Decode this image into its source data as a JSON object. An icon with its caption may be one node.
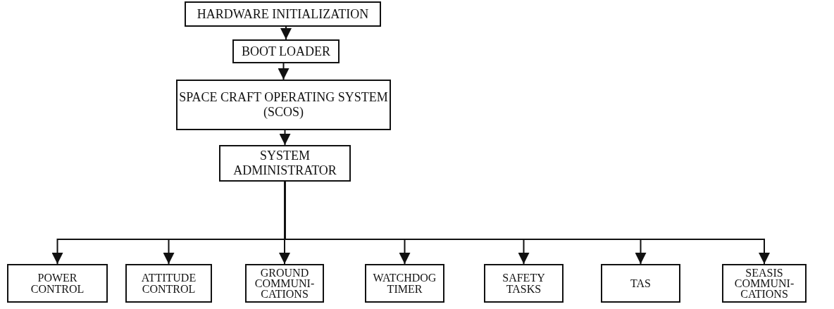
{
  "diagram": {
    "nodes": [
      {
        "text": [
          "HARDWARE INITIALIZATION"
        ]
      },
      {
        "text": [
          "BOOT LOADER"
        ]
      },
      {
        "text": [
          "SPACE CRAFT OPERATING SYSTEM (SCOS)"
        ]
      },
      {
        "text": [
          "SYSTEM ADMINISTRATOR"
        ]
      },
      {
        "text": [
          "POWER CONTROL"
        ]
      },
      {
        "text": [
          "ATTITUDE CONTROL"
        ]
      },
      {
        "text": [
          "GROUND COMMUNI- CATIONS"
        ]
      },
      {
        "text": [
          "WATCHDOG TIMER"
        ]
      },
      {
        "text": [
          "SAFETY TASKS"
        ]
      },
      {
        "text": [
          "TAS"
        ]
      },
      {
        "text": [
          "SEASIS COMMUNI- CATIONS"
        ]
      }
    ],
    "edges": [
      {
        "from": 0,
        "to": 1,
        "arrow": "to"
      },
      {
        "from": 1,
        "to": 2,
        "arrow": "to"
      },
      {
        "from": 2,
        "to": 3,
        "arrow": "to"
      },
      {
        "from": 3,
        "to": 4,
        "arrow": "to"
      },
      {
        "from": 3,
        "to": 5,
        "arrow": "to"
      },
      {
        "from": 3,
        "to": 6,
        "arrow": "to"
      },
      {
        "from": 3,
        "to": 7,
        "arrow": "to"
      },
      {
        "from": 3,
        "to": 8,
        "arrow": "to"
      },
      {
        "from": 3,
        "to": 9,
        "arrow": "to"
      },
      {
        "from": 3,
        "to": 10,
        "arrow": "to"
      }
    ]
  }
}
